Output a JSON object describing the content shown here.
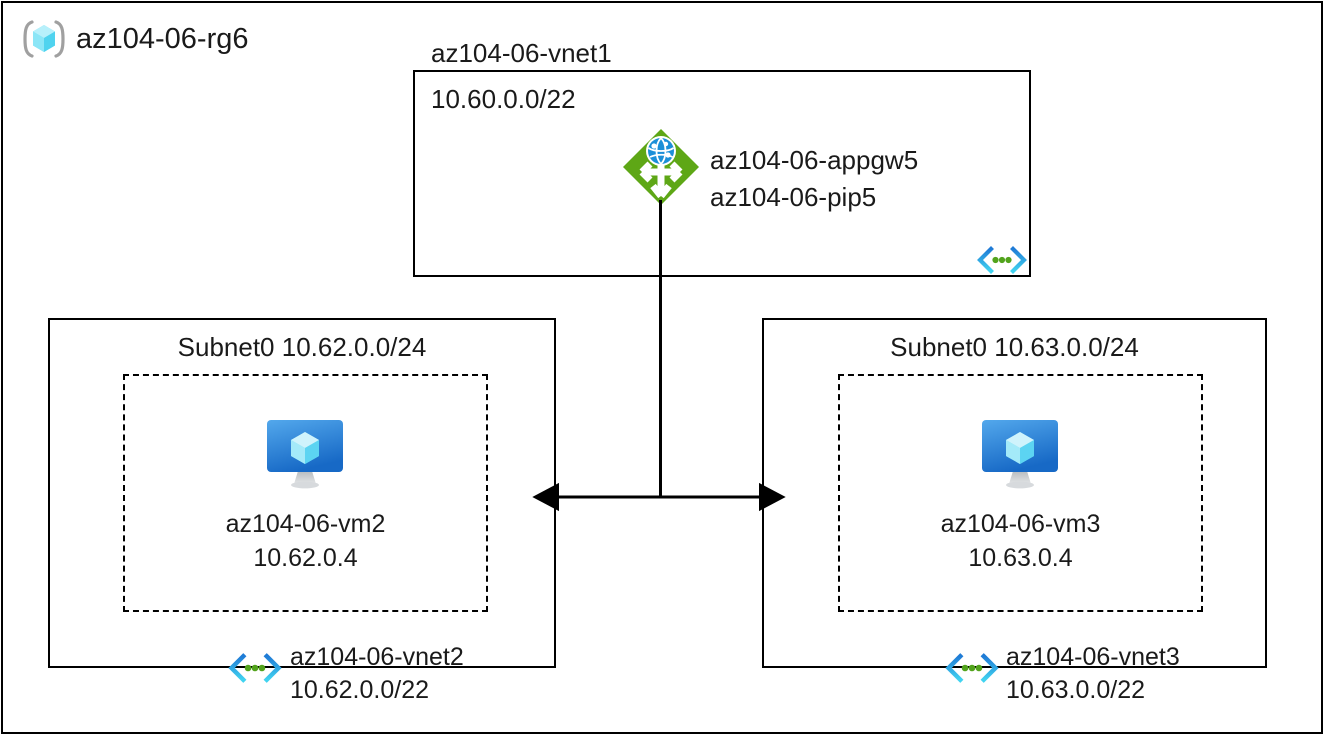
{
  "diagram": {
    "resource_group": {
      "name": "az104-06-rg6",
      "icon": "resource-group-icon"
    },
    "hub_vnet": {
      "name": "az104-06-vnet1",
      "address_space": "10.60.0.0/22",
      "vnet_icon": "virtual-network-icon",
      "gateway": {
        "icon": "application-gateway-icon",
        "name": "az104-06-appgw5",
        "public_ip": "az104-06-pip5"
      }
    },
    "spokes": [
      {
        "subnet_label": "Subnet0 10.62.0.0/24",
        "vm_icon": "virtual-machine-icon",
        "vm_name": "az104-06-vm2",
        "vm_ip": "10.62.0.4",
        "vnet_icon": "virtual-network-icon",
        "vnet_name": "az104-06-vnet2",
        "vnet_address_space": "10.62.0.0/22"
      },
      {
        "subnet_label": "Subnet0 10.63.0.0/24",
        "vm_icon": "virtual-machine-icon",
        "vm_name": "az104-06-vm3",
        "vm_ip": "10.63.0.4",
        "vnet_icon": "virtual-network-icon",
        "vnet_name": "az104-06-vnet3",
        "vnet_address_space": "10.63.0.0/22"
      }
    ],
    "connector": {
      "icon": "double-headed-arrow",
      "vertical_icon": "vertical-connector-line"
    },
    "colors": {
      "stroke": "#000000",
      "gateway_green": "#5EA716",
      "gateway_globe_blue": "#0078D4",
      "vnet_blue": "#1F7BD6",
      "vnet_cyan": "#32BEE8",
      "vnet_dot_green": "#52A31C",
      "vm_blue_light": "#4FA3E9",
      "vm_blue_dark": "#1B76D1",
      "cube_cyan": "#9DE8F8",
      "rg_bracket_gray": "#A0A0A0"
    }
  }
}
